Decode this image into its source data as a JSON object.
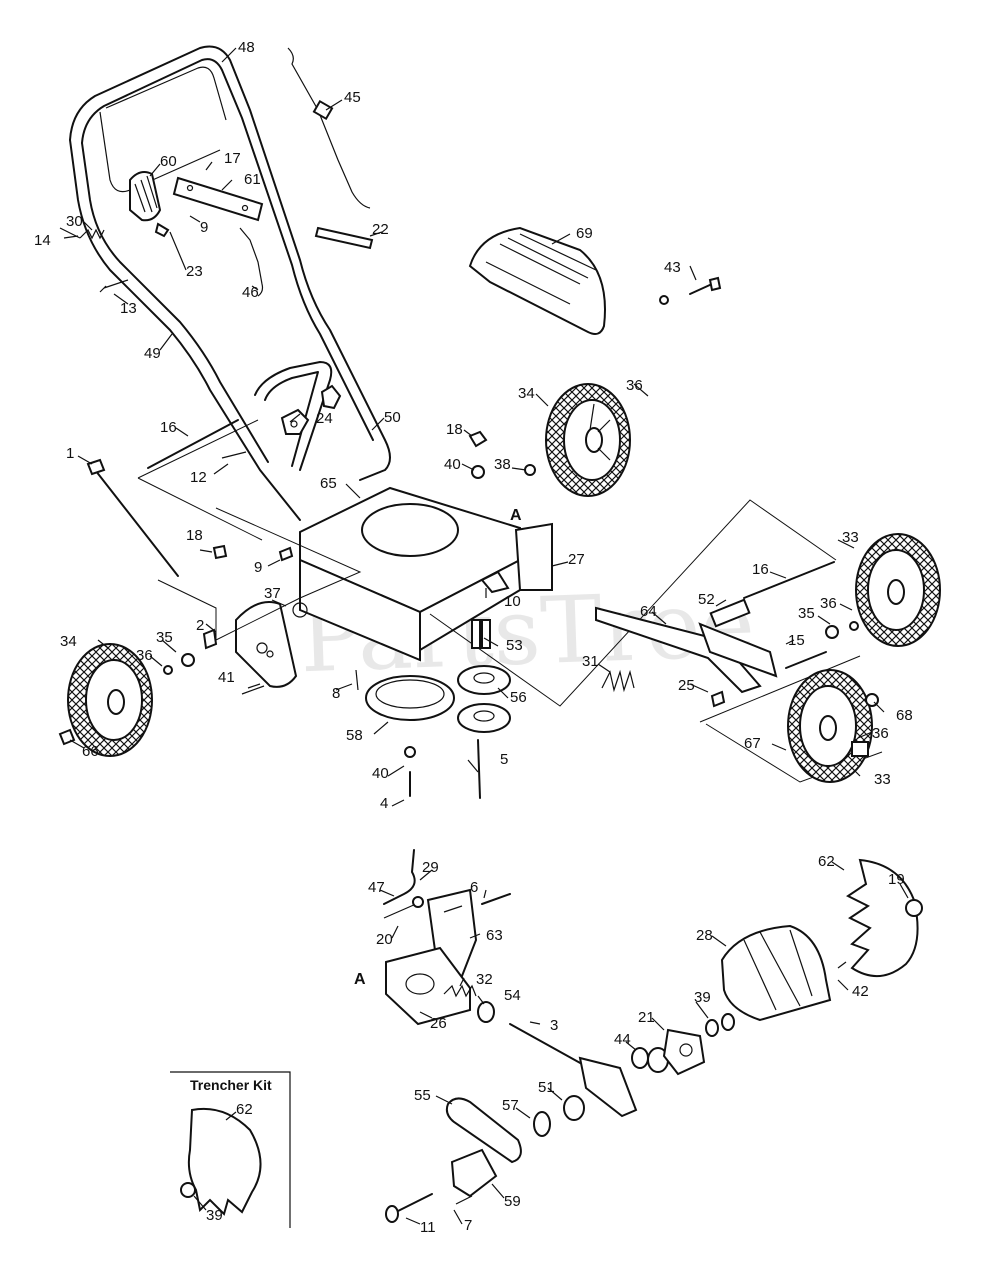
{
  "watermark": "PartsTree",
  "trencher_kit": {
    "title": "Trencher Kit"
  },
  "ref_markers": [
    "A",
    "A"
  ],
  "callouts": [
    "48",
    "45",
    "60",
    "17",
    "61",
    "30",
    "14",
    "9",
    "22",
    "23",
    "13",
    "46",
    "69",
    "49",
    "50",
    "16",
    "24",
    "12",
    "18",
    "40",
    "38",
    "34",
    "36",
    "43",
    "65",
    "1",
    "18",
    "9",
    "27",
    "10",
    "37",
    "2",
    "35",
    "36",
    "34",
    "41",
    "8",
    "53",
    "58",
    "56",
    "40",
    "5",
    "4",
    "66",
    "16",
    "52",
    "64",
    "33",
    "35",
    "36",
    "15",
    "31",
    "25",
    "68",
    "67",
    "36",
    "33",
    "29",
    "47",
    "6",
    "20",
    "63",
    "32",
    "54",
    "26",
    "62",
    "19",
    "28",
    "42",
    "3",
    "21",
    "39",
    "44",
    "55",
    "51",
    "57",
    "59",
    "11",
    "7",
    "62",
    "39"
  ]
}
